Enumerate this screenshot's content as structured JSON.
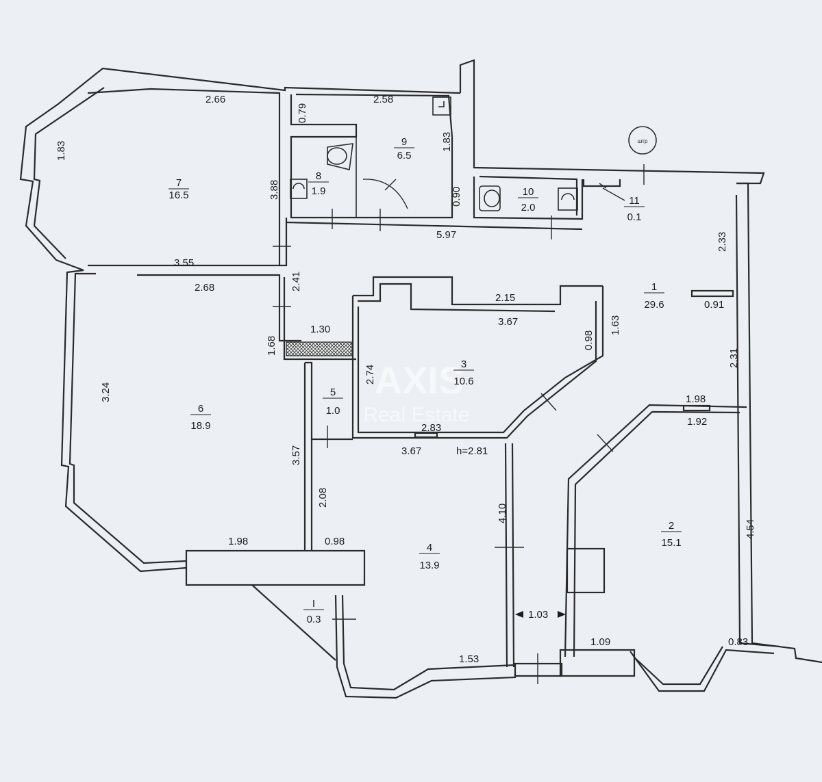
{
  "rooms": [
    {
      "number": "1",
      "area": "29.6"
    },
    {
      "number": "2",
      "area": "15.1"
    },
    {
      "number": "3",
      "area": "10.6"
    },
    {
      "number": "4",
      "area": "13.9"
    },
    {
      "number": "5",
      "area": "1.0"
    },
    {
      "number": "6",
      "area": "18.9"
    },
    {
      "number": "7",
      "area": "16.5"
    },
    {
      "number": "8",
      "area": "1.9"
    },
    {
      "number": "9",
      "area": "6.5"
    },
    {
      "number": "10",
      "area": "2.0"
    },
    {
      "number": "11",
      "area": "0.1"
    },
    {
      "number": "I",
      "area": "0.3"
    }
  ],
  "dimensions": {
    "r7_top": "2.66",
    "r7_left": "1.83",
    "r7_right": "3.88",
    "r7_bottom": "3.55",
    "r9_top": "2.58",
    "r9_left": "0.79",
    "r9_right": "1.83",
    "r9_bottom": "0.90",
    "corridor_top": "5.97",
    "corridor_vert": "2.41",
    "corridor_width": "1.30",
    "corridor_left": "1.68",
    "r6_top": "2.68",
    "r6_left": "3.24",
    "r6_right": "3.57",
    "r6_bottom": "1.98",
    "r3_top": "2.15",
    "r3_inner": "3.67",
    "r3_right": "0.98",
    "r3_left": "2.74",
    "r3_bottom": "2.83",
    "r1_right_top": "2.33",
    "r1_right_bottom": "2.31",
    "r1_door": "0.91",
    "r1_right_edge": "1.63",
    "r4_top": "3.67",
    "r4_left": "2.08",
    "r4_right": "4.10",
    "r4_bottom": "1.53",
    "r4_left_bottom": "0.98",
    "height": "h=2.81",
    "passage_width": "1.03",
    "r2_top_outer": "1.98",
    "r2_top_inner": "1.92",
    "r2_right": "4.54",
    "r2_bottom_left": "1.09",
    "r2_bottom_right": "0.83"
  },
  "watermark": {
    "brand": "AXIS",
    "subtitle": "Real Estate"
  },
  "compass_text": "штр"
}
